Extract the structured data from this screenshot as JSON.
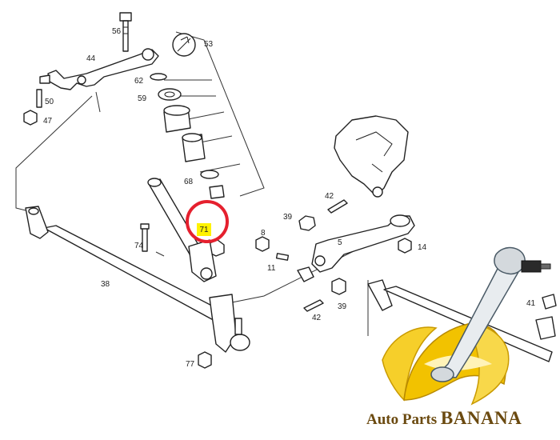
{
  "diagram": {
    "callouts": [
      "56",
      "53",
      "44",
      "62",
      "59",
      "50",
      "47",
      "68",
      "42",
      "39",
      "8",
      "5",
      "14",
      "74",
      "11",
      "38",
      "39",
      "42",
      "41",
      "77"
    ],
    "highlighted_callout": "71",
    "highlight_colors": {
      "marker": "#fff200",
      "ring": "#e5202e"
    }
  },
  "watermark": {
    "text_small": "Auto Parts ",
    "text_big": "BANANA",
    "colors": {
      "banana": "#f2c200",
      "text": "#6b4a10"
    },
    "icon": "banana-logo-icon"
  }
}
